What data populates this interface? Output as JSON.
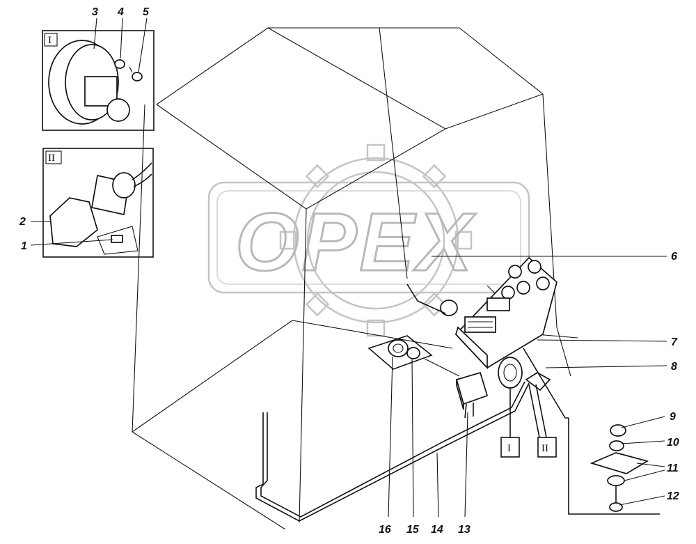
{
  "watermark": {
    "text": "OPEX",
    "color": "#b9b9b9"
  },
  "callouts": {
    "n1": "1",
    "n2": "2",
    "n3": "3",
    "n4": "4",
    "n5": "5",
    "n6": "6",
    "n7": "7",
    "n8": "8",
    "n9": "9",
    "n10": "10",
    "n11": "11",
    "n12": "12",
    "n13": "13",
    "n14": "14",
    "n15": "15",
    "n16": "16"
  },
  "views": {
    "v1": "I",
    "v2": "II"
  },
  "colors": {
    "line": "#111111",
    "background": "#ffffff"
  }
}
